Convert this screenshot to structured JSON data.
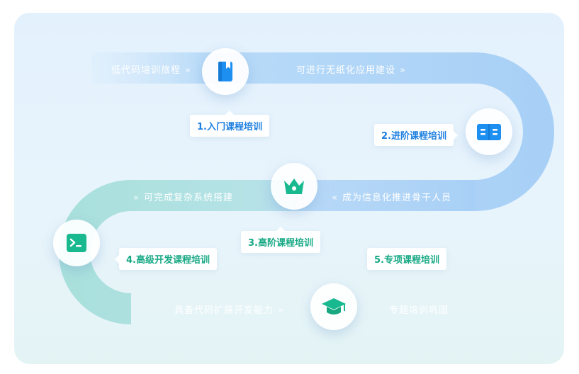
{
  "colors": {
    "blue_track": "#b7d8f7",
    "green_track": "#b3e4e0",
    "blue_accent": "#1d8ff0",
    "green_accent": "#19b990"
  },
  "path_texts": {
    "t1": "低代码培训旅程",
    "t2": "可进行无纸化应用建设",
    "t3": "可完成复杂系统搭建",
    "t4": "成为信息化推进骨干人员",
    "t5": "具备代码扩展开发能力",
    "t6": "专题培训巩固"
  },
  "arrows": {
    "right": "»",
    "left": "«"
  },
  "stages": [
    {
      "label": "1.入门课程培训",
      "icon": "book-icon"
    },
    {
      "label": "2.进阶课程培训",
      "icon": "open-book-icon"
    },
    {
      "label": "3.高阶课程培训",
      "icon": "crown-icon"
    },
    {
      "label": "4.高级开发课程培训",
      "icon": "terminal-icon"
    },
    {
      "label": "5.专项课程培训",
      "icon": "graduation-cap-icon"
    }
  ]
}
